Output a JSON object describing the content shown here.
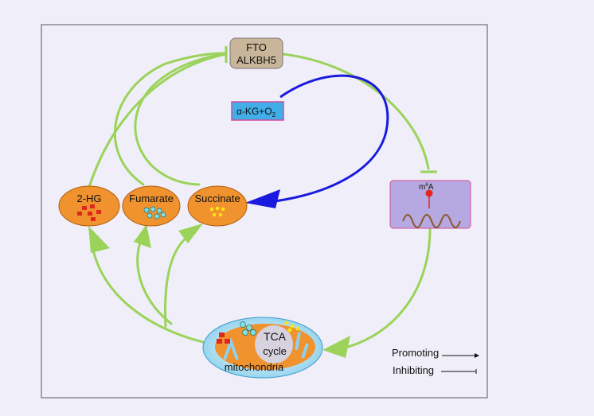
{
  "nodes": {
    "demethylase": {
      "line1": "FTO",
      "line2": "ALKBH5"
    },
    "cofactor": {
      "base": "α-KG+O",
      "sub": "2"
    },
    "metabolites": [
      {
        "label": "2-HG"
      },
      {
        "label": "Fumarate"
      },
      {
        "label": "Succinate"
      }
    ],
    "m6a": {
      "sup": "6",
      "pre": "m",
      "post": "A"
    },
    "mitochondria": {
      "tca_line1": "TCA",
      "tca_line2": "cycle",
      "label": "mitochondria"
    }
  },
  "legend": {
    "promoting": "Promoting",
    "inhibiting": "Inhibiting"
  },
  "colors": {
    "green": "#9bd35a",
    "blue": "#1a1adf",
    "orange": "#f0922e",
    "purple": "#b6a8e0",
    "demethylase_fill": "#c9b69a"
  }
}
